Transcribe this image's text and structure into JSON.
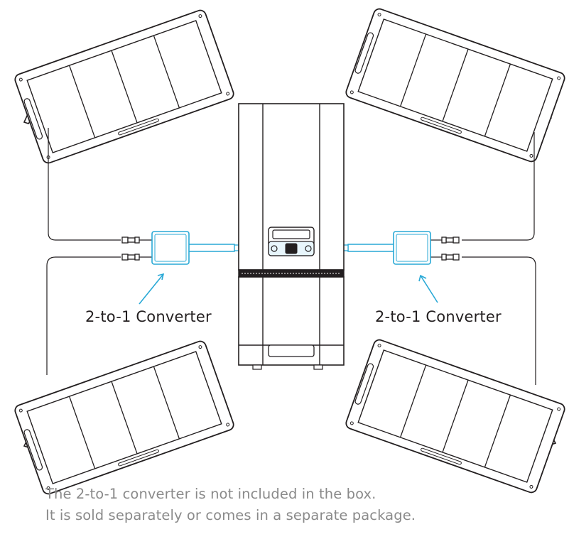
{
  "labels": {
    "converter_left": "2-to-1 Converter",
    "converter_right": "2-to-1 Converter"
  },
  "note": {
    "line1": "The 2-to-1 converter is not included in the box.",
    "line2": "It is sold separately or comes in a separate package."
  },
  "colors": {
    "line": "#231f20",
    "accent": "#29a9d6",
    "note_text": "#8a8a8a"
  }
}
